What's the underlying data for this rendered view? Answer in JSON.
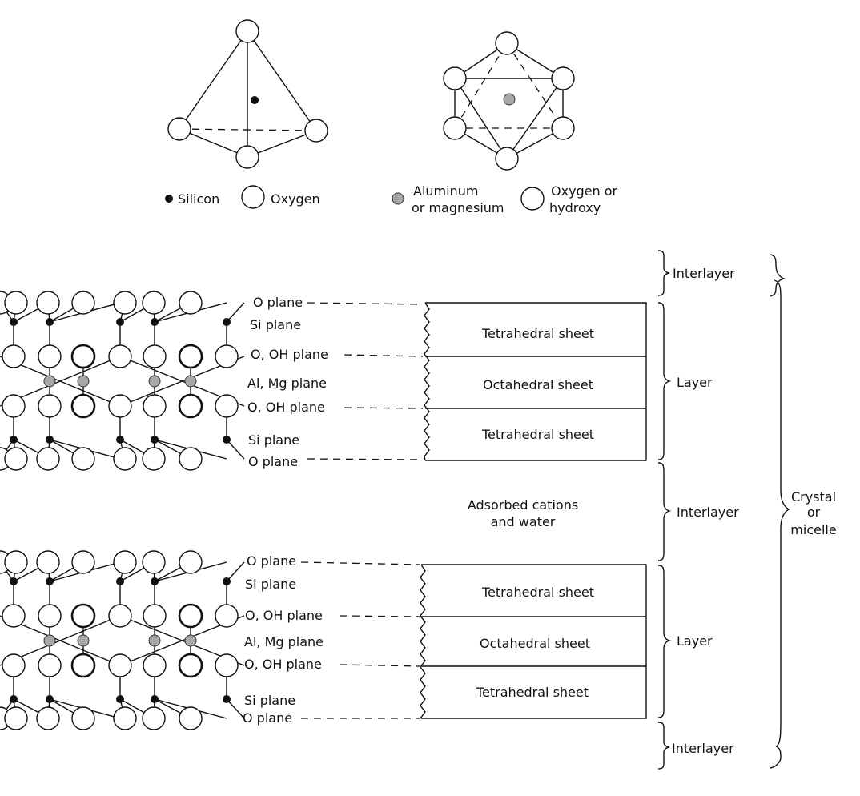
{
  "legend": {
    "silicon": "Silicon",
    "oxygen": "Oxygen",
    "aluminum_line1": "Aluminum",
    "aluminum_line2": "or magnesium",
    "oxyhyd_line1": "Oxygen or",
    "oxyhyd_line2": "hydroxy"
  },
  "layers": [
    {
      "planes": [
        "O plane",
        "Si plane",
        "O, OH plane",
        "Al, Mg plane",
        "O, OH plane",
        "Si plane",
        "O plane"
      ],
      "sheets": [
        "Tetrahedral sheet",
        "Octahedral sheet",
        "Tetrahedral sheet"
      ]
    },
    {
      "planes": [
        "O plane",
        "Si plane",
        "O, OH plane",
        "Al, Mg plane",
        "O, OH plane",
        "Si plane",
        "O plane"
      ],
      "sheets": [
        "Tetrahedral sheet",
        "Octahedral sheet",
        "Tetrahedral sheet"
      ]
    }
  ],
  "middle_text": [
    "Adsorbed cations",
    "and water"
  ],
  "brackets": {
    "interlayer": "Interlayer",
    "layer": "Layer",
    "crystal": [
      "Crystal",
      "or",
      "micelle"
    ]
  },
  "colors": {
    "silicon": "#111111",
    "aluminum": "#a8a8a8",
    "oxygen_fill": "#ffffff",
    "line": "#111111"
  }
}
